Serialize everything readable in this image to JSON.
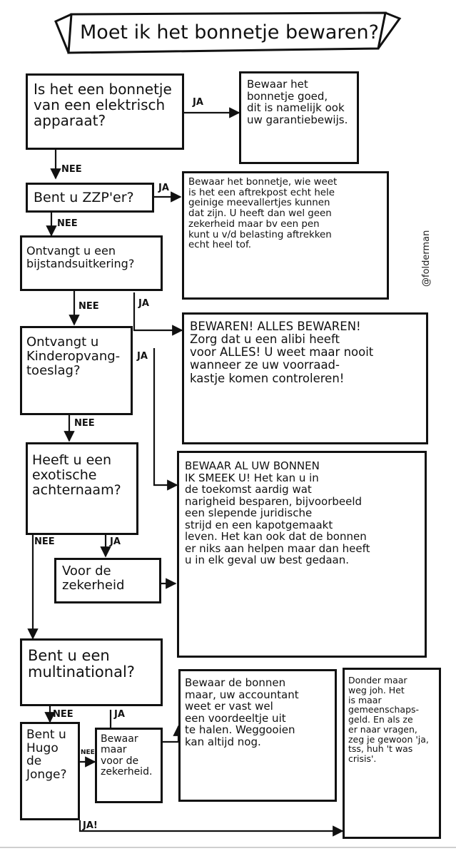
{
  "title": "Moet ik het bonnetje bewaren?",
  "credit": "@folderman",
  "nodes": {
    "q1": "Is het een bonnetje\nvan een elektrisch\napparaat?",
    "a1": "Bewaar het\nbonnetje goed,\ndit is namelijk ook\nuw garantiebewijs.",
    "q2": "Bent u ZZP'er?",
    "a2": "Bewaar het bonnetje, wie weet\nis het een aftrekpost echt hele\ngeinige meevallertjes kunnen\ndat zijn. U heeft dan wel geen\nzekerheid maar bv een pen\nkunt u v/d belasting aftrekken\necht heel tof.",
    "q3": "Ontvangt u een\nbijstandsuitkering?",
    "a3": "BEWAREN! ALLES BEWAREN!\nZorg dat u een alibi heeft\nvoor ALLES! U weet maar nooit\nwanneer ze uw voorraad-\nkastje komen controleren!",
    "q4": "Ontvangt u\nKinderopvang-\ntoeslag?",
    "q5": "Heeft u een\nexotische\nachternaam?",
    "a5": "BEWAAR AL UW BONNEN\nIK SMEEK U! Het kan u in\nde toekomst aardig wat\nnarigheid besparen, bijvoorbeeld\neen slepende juridische\nstrijd en een kapotgemaakt\nleven. Het kan ook dat de bonnen\ner niks aan helpen maar dan heeft\nu in elk geval uw best gedaan.",
    "zek": "Voor de\nzekerheid",
    "q6": "Bent u een\nmultinational?",
    "a6": "Bewaar de bonnen\nmaar, uw accountant\nweet er vast wel\neen voordeeltje uit\nte halen. Weggooien\nkan altijd nog.",
    "q7": "Bent u\nHugo\nde\nJonge?",
    "a7": "Bewaar\nmaar\nvoor de\nzekerheid.",
    "a8": "Donder maar\nweg joh. Het\nis maar\ngemeenschaps-\ngeld. En als ze\ner naar vragen,\nzeg je gewoon 'ja,\ntss, huh 't was crisis'."
  },
  "labels": {
    "ja": "JA",
    "nee": "NEE",
    "ja_excl": "JA!"
  }
}
